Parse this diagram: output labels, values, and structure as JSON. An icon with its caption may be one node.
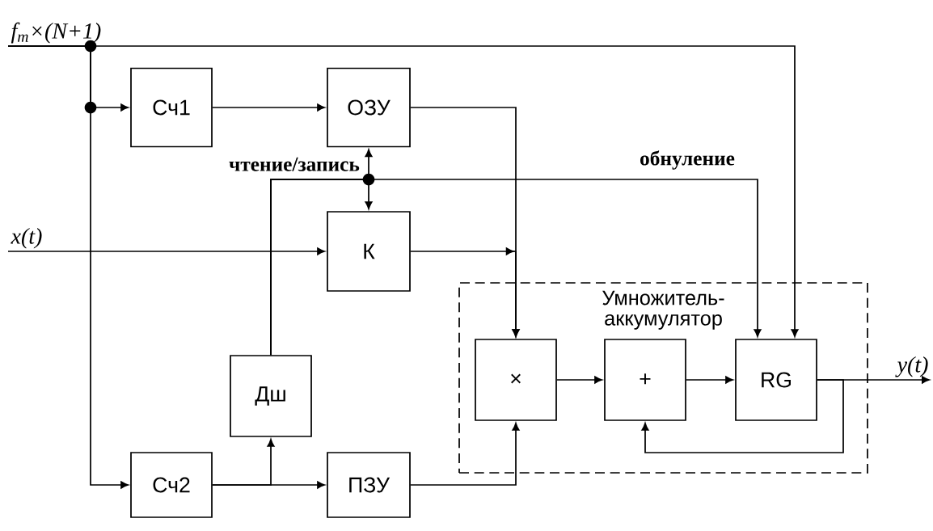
{
  "diagram": {
    "nodes": [
      {
        "text": [
          "Умножитель- аккумулятор"
        ]
      },
      {
        "text": [
          "Сч1"
        ]
      },
      {
        "text": [
          "ОЗУ"
        ]
      },
      {
        "text": [
          "К"
        ]
      },
      {
        "text": [
          "Дш"
        ]
      },
      {
        "text": [
          "Сч2"
        ]
      },
      {
        "text": [
          "ПЗУ"
        ]
      },
      {
        "text": [
          "×"
        ],
        "in": 0
      },
      {
        "text": [
          "+"
        ],
        "in": 0
      },
      {
        "text": [
          "RG"
        ],
        "in": 0
      },
      {
        "text": [
          "*f*$_{т}$×(*N*+1)"
        ]
      },
      {
        "text": [
          "x(t)"
        ]
      },
      {
        "text": [
          "y(t)"
        ]
      }
    ],
    "edges": [
      {
        "from": 10,
        "to": 1,
        "arrow": "to"
      },
      {
        "from": 10,
        "to": 5,
        "arrow": "to"
      },
      {
        "from": 10,
        "to": 9,
        "arrow": "to"
      },
      {
        "from": 1,
        "to": 2,
        "arrow": "to"
      },
      {
        "from": 2,
        "to": 7,
        "arrow": "to"
      },
      {
        "from": 11,
        "to": 3,
        "arrow": "to"
      },
      {
        "from": 3,
        "to": 7,
        "arrow": "to"
      },
      {
        "from": 5,
        "to": 6,
        "arrow": "to"
      },
      {
        "from": 5,
        "to": 4,
        "arrow": "to"
      },
      {
        "from": 4,
        "to": 2,
        "arrow": "to",
        "label": "чтение/запись"
      },
      {
        "from": 4,
        "to": 3,
        "arrow": "to"
      },
      {
        "from": 4,
        "to": 9,
        "arrow": "to",
        "label": "обнуление"
      },
      {
        "from": 6,
        "to": 7,
        "arrow": "to"
      },
      {
        "from": 7,
        "to": 8,
        "arrow": "to"
      },
      {
        "from": 8,
        "to": 9,
        "arrow": "to"
      },
      {
        "from": 9,
        "to": 12,
        "arrow": "to"
      },
      {
        "from": 9,
        "to": 8,
        "arrow": "to"
      }
    ]
  }
}
